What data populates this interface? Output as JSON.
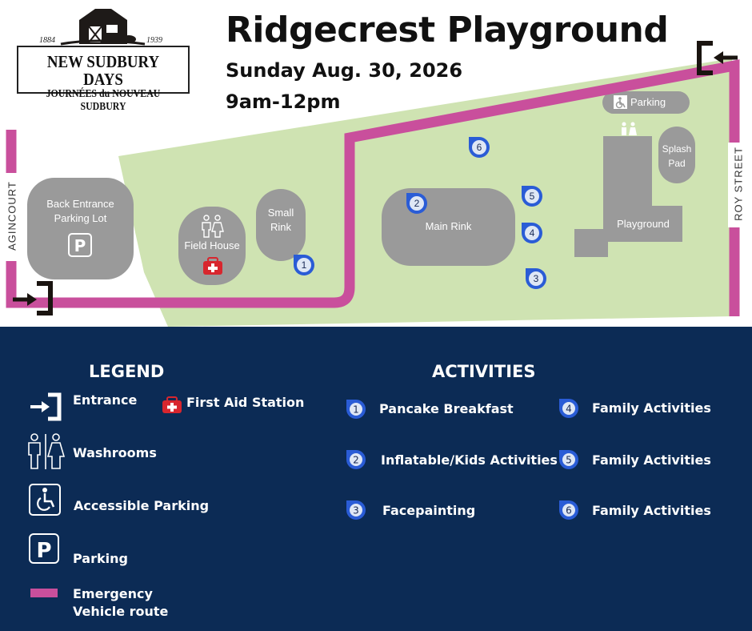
{
  "header": {
    "title": "Ridgecrest Playground",
    "date": "Sunday Aug. 30, 2026",
    "time": "9am-12pm"
  },
  "logo": {
    "year_start": "1884",
    "year_end": "1939",
    "line1": "NEW SUDBURY DAYS",
    "line2": "JOURNÉES du NOUVEAU SUDBURY"
  },
  "map": {
    "streets": {
      "left": "AGINCOURT",
      "right": "ROY STREET"
    },
    "places": {
      "back_lot": "Back Entrance Parking Lot",
      "field_house": "Field House",
      "small_rink": "Small Rink",
      "main_rink": "Main Rink",
      "splash_pad": "Splash Pad",
      "playground": "Playground",
      "parking": "Parking"
    },
    "markers": [
      "1",
      "2",
      "3",
      "4",
      "5",
      "6"
    ]
  },
  "legend": {
    "heading": "LEGEND",
    "entrance": "Entrance",
    "first_aid": "First Aid Station",
    "washrooms": "Washrooms",
    "accessible_parking": "Accessible Parking",
    "parking": "Parking",
    "emergency_route": "Emergency Vehicle route"
  },
  "activities": {
    "heading": "ACTIVITIES",
    "items": [
      {
        "num": "1",
        "label": "Pancake Breakfast"
      },
      {
        "num": "2",
        "label": "Inflatable/Kids Activities"
      },
      {
        "num": "3",
        "label": "Facepainting"
      },
      {
        "num": "4",
        "label": "Family Activities"
      },
      {
        "num": "5",
        "label": "Family Activities"
      },
      {
        "num": "6",
        "label": "Family Activities"
      }
    ]
  },
  "colors": {
    "grass": "#cfe3b2",
    "building": "#9a9a9a",
    "route": "#c94f9c",
    "marker": "#2a5cd6",
    "legend_bg": "#0c2b55",
    "first_aid": "#d8262e"
  }
}
